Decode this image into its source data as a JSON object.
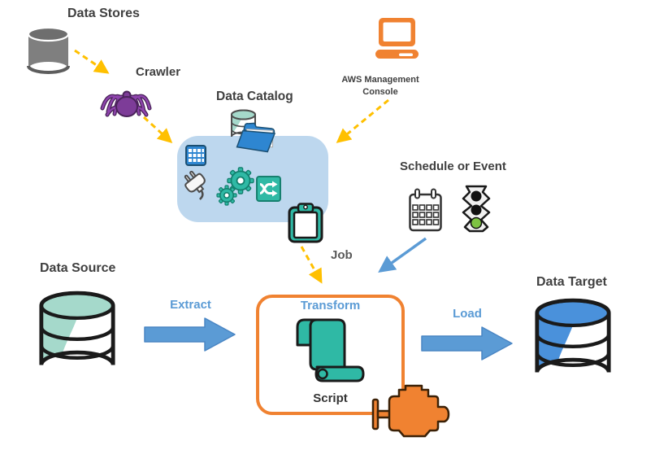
{
  "nodes": {
    "data_stores": {
      "label": "Data Stores",
      "icon": "database-cylinder-gray"
    },
    "crawler": {
      "label": "Crawler",
      "icon": "spider"
    },
    "data_catalog": {
      "label": "Data Catalog",
      "icons": [
        "database-folder",
        "table-grid",
        "plug",
        "gears",
        "shuffle"
      ]
    },
    "aws_console": {
      "label": "AWS Management Console",
      "icon": "laptop"
    },
    "schedule": {
      "label": "Schedule or Event",
      "icons": [
        "calendar",
        "traffic-light"
      ]
    },
    "job": {
      "label": "Job",
      "icon": "clipboard"
    },
    "data_source": {
      "label": "Data Source",
      "icon": "database-cylinder-teal"
    },
    "data_target": {
      "label": "Data Target",
      "icon": "database-cylinder-blue"
    },
    "etl": {
      "extract_label": "Extract",
      "transform_label": "Transform",
      "script_label": "Script",
      "load_label": "Load",
      "icons": [
        "script-scroll",
        "engine"
      ]
    }
  },
  "colors": {
    "teal": "#2FB9A5",
    "teal_light": "#A5D9CB",
    "blue_accent": "#5B9BD5",
    "icon_blue": "#2E86D1",
    "target_blue": "#4A91DB",
    "catalog_box_bg": "#BDD7EE",
    "orange": "#F08231",
    "purple": "#7D3C98",
    "gray_db": "#7F7F7F",
    "dashed_arrow_yellow": "#FFC000",
    "green_light": "#7DC242",
    "label_dark": "#404040"
  }
}
